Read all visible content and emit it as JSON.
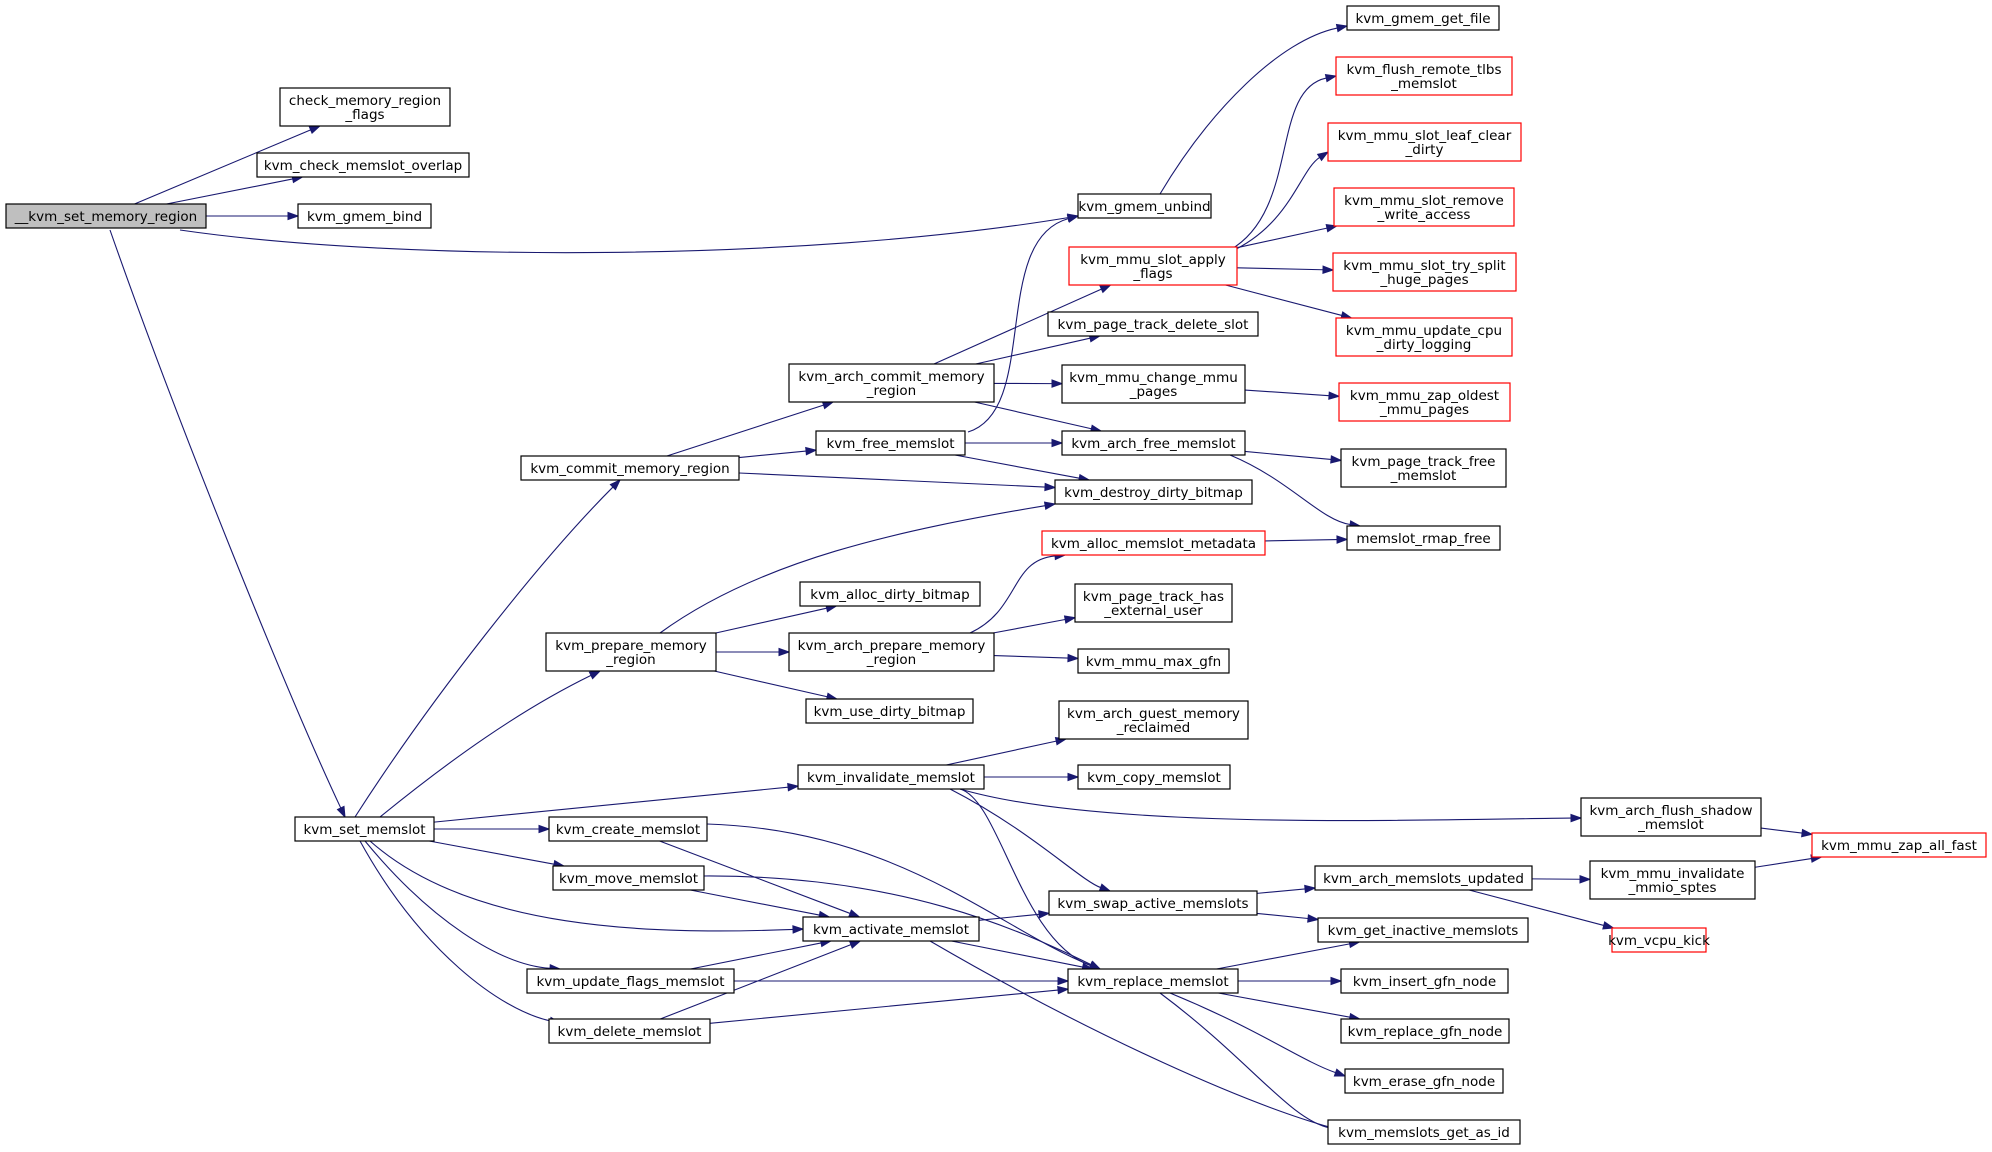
{
  "graph": {
    "edge_color": "#191970",
    "external_node_border_color": "#ff0000",
    "root_fill_color": "#bfbfbf",
    "nodes": {
      "set_memory_region": {
        "lines": [
          "__kvm_set_memory_region"
        ],
        "style": "root"
      },
      "check_flags": {
        "lines": [
          "check_memory_region",
          "_flags"
        ]
      },
      "check_overlap": {
        "lines": [
          "kvm_check_memslot_overlap"
        ]
      },
      "gmem_bind": {
        "lines": [
          "kvm_gmem_bind"
        ]
      },
      "gmem_unbind": {
        "lines": [
          "kvm_gmem_unbind"
        ]
      },
      "gmem_get_file": {
        "lines": [
          "kvm_gmem_get_file"
        ]
      },
      "flush_remote": {
        "lines": [
          "kvm_flush_remote_tlbs",
          "_memslot"
        ],
        "style": "red"
      },
      "leaf_clear": {
        "lines": [
          "kvm_mmu_slot_leaf_clear",
          "_dirty"
        ],
        "style": "red"
      },
      "remove_write": {
        "lines": [
          "kvm_mmu_slot_remove",
          "_write_access"
        ],
        "style": "red"
      },
      "try_split": {
        "lines": [
          "kvm_mmu_slot_try_split",
          "_huge_pages"
        ],
        "style": "red"
      },
      "update_cpu": {
        "lines": [
          "kvm_mmu_update_cpu",
          "_dirty_logging"
        ],
        "style": "red"
      },
      "apply_flags": {
        "lines": [
          "kvm_mmu_slot_apply",
          "_flags"
        ],
        "style": "red"
      },
      "page_track_delete": {
        "lines": [
          "kvm_page_track_delete_slot"
        ]
      },
      "change_mmu": {
        "lines": [
          "kvm_mmu_change_mmu",
          "_pages"
        ]
      },
      "zap_oldest": {
        "lines": [
          "kvm_mmu_zap_oldest",
          "_mmu_pages"
        ],
        "style": "red"
      },
      "arch_commit": {
        "lines": [
          "kvm_arch_commit_memory",
          "_region"
        ]
      },
      "free_memslot": {
        "lines": [
          "kvm_free_memslot"
        ]
      },
      "arch_free": {
        "lines": [
          "kvm_arch_free_memslot"
        ]
      },
      "page_track_free": {
        "lines": [
          "kvm_page_track_free",
          "_memslot"
        ]
      },
      "commit_region": {
        "lines": [
          "kvm_commit_memory_region"
        ]
      },
      "destroy_dirty": {
        "lines": [
          "kvm_destroy_dirty_bitmap"
        ]
      },
      "rmap_free": {
        "lines": [
          "memslot_rmap_free"
        ]
      },
      "alloc_metadata": {
        "lines": [
          "kvm_alloc_memslot_metadata"
        ],
        "style": "red"
      },
      "alloc_dirty": {
        "lines": [
          "kvm_alloc_dirty_bitmap"
        ]
      },
      "has_external": {
        "lines": [
          "kvm_page_track_has",
          "_external_user"
        ]
      },
      "prepare_region": {
        "lines": [
          "kvm_prepare_memory",
          "_region"
        ]
      },
      "arch_prepare": {
        "lines": [
          "kvm_arch_prepare_memory",
          "_region"
        ]
      },
      "max_gfn": {
        "lines": [
          "kvm_mmu_max_gfn"
        ]
      },
      "use_dirty": {
        "lines": [
          "kvm_use_dirty_bitmap"
        ]
      },
      "guest_reclaimed": {
        "lines": [
          "kvm_arch_guest_memory",
          "_reclaimed"
        ]
      },
      "invalidate": {
        "lines": [
          "kvm_invalidate_memslot"
        ]
      },
      "copy_memslot": {
        "lines": [
          "kvm_copy_memslot"
        ]
      },
      "flush_shadow": {
        "lines": [
          "kvm_arch_flush_shadow",
          "_memslot"
        ]
      },
      "zap_all": {
        "lines": [
          "kvm_mmu_zap_all_fast"
        ],
        "style": "red"
      },
      "set_memslot": {
        "lines": [
          "kvm_set_memslot"
        ]
      },
      "create_memslot": {
        "lines": [
          "kvm_create_memslot"
        ]
      },
      "memslots_updated": {
        "lines": [
          "kvm_arch_memslots_updated"
        ]
      },
      "invalidate_mmio": {
        "lines": [
          "kvm_mmu_invalidate",
          "_mmio_sptes"
        ]
      },
      "move_memslot": {
        "lines": [
          "kvm_move_memslot"
        ]
      },
      "swap_active": {
        "lines": [
          "kvm_swap_active_memslots"
        ]
      },
      "vcpu_kick": {
        "lines": [
          "kvm_vcpu_kick"
        ],
        "style": "red"
      },
      "activate": {
        "lines": [
          "kvm_activate_memslot"
        ]
      },
      "get_inactive": {
        "lines": [
          "kvm_get_inactive_memslots"
        ]
      },
      "update_flags": {
        "lines": [
          "kvm_update_flags_memslot"
        ]
      },
      "replace": {
        "lines": [
          "kvm_replace_memslot"
        ]
      },
      "insert_gfn": {
        "lines": [
          "kvm_insert_gfn_node"
        ]
      },
      "delete_memslot": {
        "lines": [
          "kvm_delete_memslot"
        ]
      },
      "replace_gfn": {
        "lines": [
          "kvm_replace_gfn_node"
        ]
      },
      "erase_gfn": {
        "lines": [
          "kvm_erase_gfn_node"
        ]
      },
      "get_as_id": {
        "lines": [
          "kvm_memslots_get_as_id"
        ]
      }
    },
    "edges": [
      [
        "set_memory_region",
        "check_flags"
      ],
      [
        "set_memory_region",
        "check_overlap"
      ],
      [
        "set_memory_region",
        "gmem_bind"
      ],
      [
        "set_memory_region",
        "gmem_unbind"
      ],
      [
        "set_memory_region",
        "set_memslot"
      ],
      [
        "gmem_unbind",
        "gmem_get_file"
      ],
      [
        "apply_flags",
        "flush_remote"
      ],
      [
        "apply_flags",
        "leaf_clear"
      ],
      [
        "apply_flags",
        "remove_write"
      ],
      [
        "apply_flags",
        "try_split"
      ],
      [
        "apply_flags",
        "update_cpu"
      ],
      [
        "arch_commit",
        "apply_flags"
      ],
      [
        "arch_commit",
        "page_track_delete"
      ],
      [
        "arch_commit",
        "change_mmu"
      ],
      [
        "arch_commit",
        "arch_free"
      ],
      [
        "change_mmu",
        "zap_oldest"
      ],
      [
        "commit_region",
        "arch_commit"
      ],
      [
        "commit_region",
        "free_memslot"
      ],
      [
        "commit_region",
        "destroy_dirty"
      ],
      [
        "free_memslot",
        "gmem_unbind"
      ],
      [
        "free_memslot",
        "arch_free"
      ],
      [
        "free_memslot",
        "destroy_dirty"
      ],
      [
        "arch_free",
        "page_track_free"
      ],
      [
        "arch_free",
        "rmap_free"
      ],
      [
        "alloc_metadata",
        "rmap_free"
      ],
      [
        "prepare_region",
        "destroy_dirty"
      ],
      [
        "prepare_region",
        "alloc_dirty"
      ],
      [
        "prepare_region",
        "arch_prepare"
      ],
      [
        "prepare_region",
        "use_dirty"
      ],
      [
        "arch_prepare",
        "alloc_metadata"
      ],
      [
        "arch_prepare",
        "has_external"
      ],
      [
        "arch_prepare",
        "max_gfn"
      ],
      [
        "set_memslot",
        "commit_region"
      ],
      [
        "set_memslot",
        "prepare_region"
      ],
      [
        "set_memslot",
        "invalidate"
      ],
      [
        "set_memslot",
        "create_memslot"
      ],
      [
        "set_memslot",
        "move_memslot"
      ],
      [
        "set_memslot",
        "activate"
      ],
      [
        "set_memslot",
        "update_flags"
      ],
      [
        "set_memslot",
        "delete_memslot"
      ],
      [
        "invalidate",
        "guest_reclaimed"
      ],
      [
        "invalidate",
        "copy_memslot"
      ],
      [
        "invalidate",
        "flush_shadow"
      ],
      [
        "invalidate",
        "swap_active"
      ],
      [
        "invalidate",
        "replace"
      ],
      [
        "flush_shadow",
        "zap_all"
      ],
      [
        "invalidate_mmio",
        "zap_all"
      ],
      [
        "memslots_updated",
        "invalidate_mmio"
      ],
      [
        "memslots_updated",
        "vcpu_kick"
      ],
      [
        "swap_active",
        "memslots_updated"
      ],
      [
        "swap_active",
        "get_inactive"
      ],
      [
        "create_memslot",
        "activate"
      ],
      [
        "create_memslot",
        "replace"
      ],
      [
        "move_memslot",
        "activate"
      ],
      [
        "move_memslot",
        "replace"
      ],
      [
        "update_flags",
        "activate"
      ],
      [
        "update_flags",
        "replace"
      ],
      [
        "delete_memslot",
        "activate"
      ],
      [
        "delete_memslot",
        "replace"
      ],
      [
        "activate",
        "swap_active"
      ],
      [
        "activate",
        "replace"
      ],
      [
        "activate",
        "get_as_id"
      ],
      [
        "replace",
        "get_inactive"
      ],
      [
        "replace",
        "insert_gfn"
      ],
      [
        "replace",
        "replace_gfn"
      ],
      [
        "replace",
        "erase_gfn"
      ],
      [
        "replace",
        "get_as_id"
      ]
    ]
  }
}
